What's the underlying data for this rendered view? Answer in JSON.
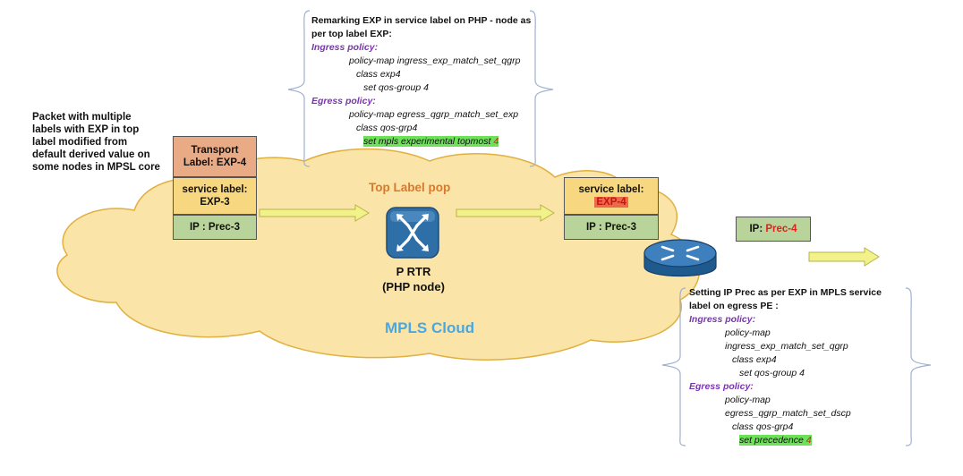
{
  "left_note": {
    "lines": [
      "Packet with multiple",
      "labels with EXP in top",
      "label modified from",
      "default derived value on",
      "some nodes in MPSL core"
    ]
  },
  "left_stack": {
    "transport_lines": [
      "Transport",
      "Label: EXP-4"
    ],
    "service_lines": [
      "service label:",
      "EXP-3"
    ],
    "ip": "IP : Prec-3"
  },
  "middle_stack": {
    "service_line1": "service label:",
    "service_line2": "EXP-4",
    "ip": "IP : Prec-3"
  },
  "right_ip": {
    "prefix": "IP: ",
    "value": "Prec-4"
  },
  "cloud": {
    "top_label_pop": "Top Label pop",
    "router_lines": [
      "P RTR",
      "(PHP node)"
    ],
    "name": "MPLS Cloud"
  },
  "php_box": {
    "title_lines": [
      "Remarking EXP in service label on PHP - node  as",
      "per top label EXP:"
    ],
    "ingress_heading": "Ingress policy:",
    "ingress_lines": [
      "policy-map ingress_exp_match_set_qgrp",
      "class exp4",
      "set qos-group 4"
    ],
    "egress_heading": "Egress policy:",
    "egress_lines": [
      "policy-map egress_qgrp_match_set_exp",
      "class qos-grp4"
    ],
    "egress_set": "set mpls experimental topmost ",
    "egress_set_value": "4"
  },
  "pe_box": {
    "title_lines": [
      "Setting IP Prec as per EXP in MPLS service",
      "label on egress PE :"
    ],
    "ingress_heading": "Ingress policy:",
    "ingress_lines": [
      "policy-map",
      "ingress_exp_match_set_qgrp",
      "class exp4",
      "set qos-group 4"
    ],
    "egress_heading": "Egress policy:",
    "egress_lines": [
      "policy-map",
      "egress_qgrp_match_set_dscp",
      "class qos-grp4"
    ],
    "egress_set": "set precedence  ",
    "egress_set_value": "4"
  },
  "colors": {
    "cloud_fill": "#fbe4a8",
    "cloud_stroke": "#e0b040",
    "arrow_fill": "#f2f28a",
    "router_blue": "#2f6fa8",
    "heading_orange": "#d9792b",
    "cloud_text_blue": "#4aa8e0",
    "policy_purple": "#7b33b5"
  }
}
